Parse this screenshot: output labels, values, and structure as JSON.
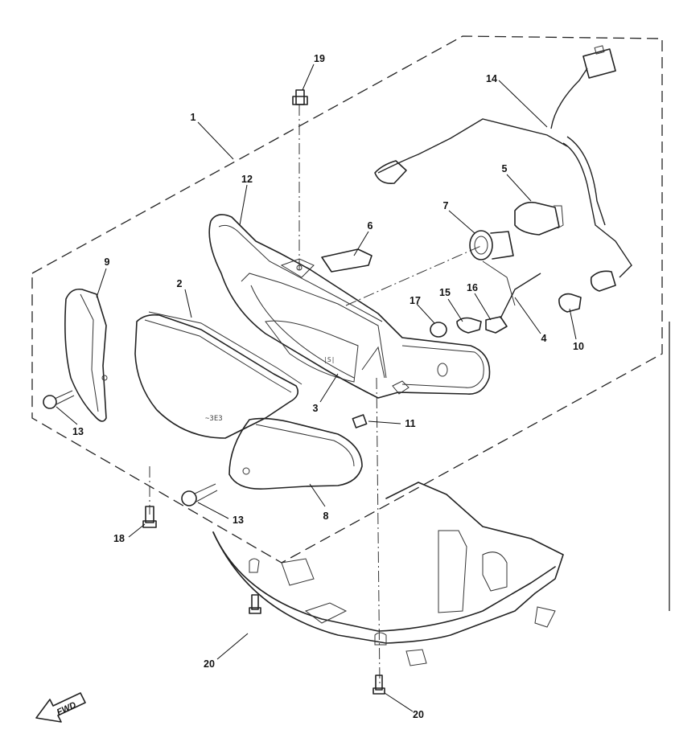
{
  "diagram": {
    "fwd_label": "FWD",
    "callouts": [
      "1",
      "2",
      "3",
      "4",
      "5",
      "6",
      "7",
      "8",
      "9",
      "10",
      "11",
      "12",
      "13",
      "13",
      "14",
      "15",
      "16",
      "17",
      "18",
      "19",
      "20",
      "20"
    ]
  }
}
